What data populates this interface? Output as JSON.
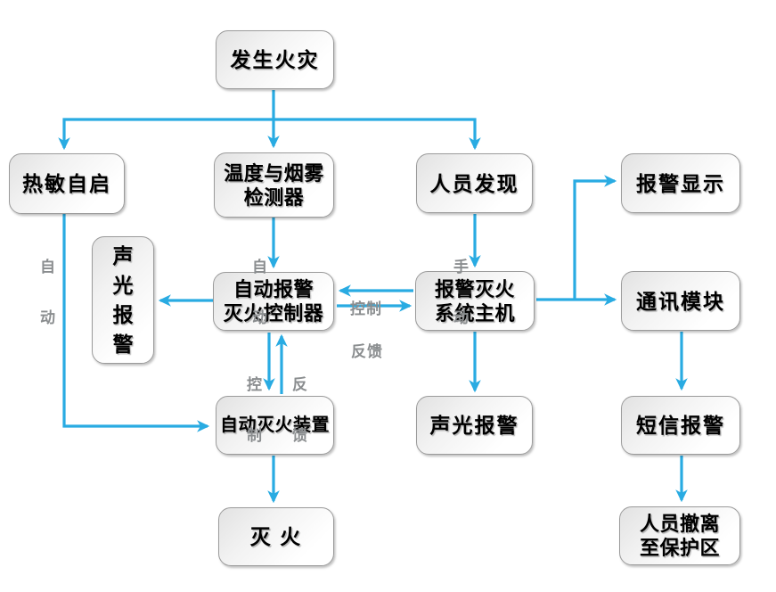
{
  "diagram": {
    "accent_color": "#29abe2",
    "edge_label_color": "#8a8d8f",
    "box_border_color": "#9b9b9b",
    "nodes": {
      "fire_occurs": {
        "lines": [
          "发生火灾"
        ]
      },
      "thermal_autostart": {
        "lines": [
          "热敏自启"
        ]
      },
      "temp_smoke_detector": {
        "lines": [
          "温度与烟雾",
          "检测器"
        ]
      },
      "person_discovery": {
        "lines": [
          "人员发现"
        ]
      },
      "alarm_display": {
        "lines": [
          "报警显示"
        ]
      },
      "sound_light_alarm_left": {
        "lines": [
          "声",
          "光",
          "报",
          "警"
        ]
      },
      "auto_alarm_controller": {
        "lines": [
          "自动报警",
          "灭火控制器"
        ]
      },
      "alarm_system_host": {
        "lines": [
          "报警灭火",
          "系统主机"
        ]
      },
      "comm_module": {
        "lines": [
          "通讯模块"
        ]
      },
      "auto_extinguish_device": {
        "lines": [
          "自动灭火装置"
        ]
      },
      "sound_light_alarm_bottom": {
        "lines": [
          "声光报警"
        ]
      },
      "sms_alarm": {
        "lines": [
          "短信报警"
        ]
      },
      "extinguish": {
        "lines": [
          "灭 火"
        ]
      },
      "evacuate": {
        "lines": [
          "人员撤离",
          "至保护区"
        ]
      }
    },
    "edge_labels": {
      "auto_left": {
        "lines": [
          "自",
          "动"
        ]
      },
      "auto_center": {
        "lines": [
          "自",
          "动"
        ]
      },
      "manual": {
        "lines": [
          "手",
          "动"
        ]
      },
      "control_h": {
        "lines": [
          "控制"
        ]
      },
      "feedback_h": {
        "lines": [
          "反馈"
        ]
      },
      "control_v": {
        "lines": [
          "控",
          "制"
        ]
      },
      "feedback_v": {
        "lines": [
          "反",
          "馈"
        ]
      }
    }
  }
}
